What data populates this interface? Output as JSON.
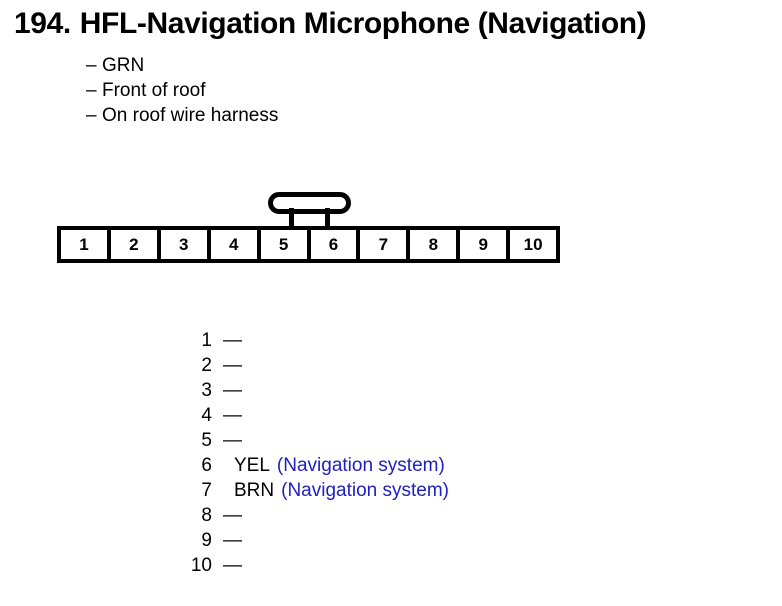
{
  "title": {
    "number": "194.",
    "name": "HFL-Navigation Microphone (Navigation)"
  },
  "bullets": [
    {
      "dash": "–",
      "text": "GRN"
    },
    {
      "dash": "–",
      "text": "Front of roof"
    },
    {
      "dash": "–",
      "text": "On roof wire harness"
    }
  ],
  "connector": {
    "pins": [
      "1",
      "2",
      "3",
      "4",
      "5",
      "6",
      "7",
      "8",
      "9",
      "10"
    ],
    "latch": "connector-lock-tab"
  },
  "pin_list": [
    {
      "num": "1",
      "wire": "",
      "desc": "",
      "empty": "—"
    },
    {
      "num": "2",
      "wire": "",
      "desc": "",
      "empty": "—"
    },
    {
      "num": "3",
      "wire": "",
      "desc": "",
      "empty": "—"
    },
    {
      "num": "4",
      "wire": "",
      "desc": "",
      "empty": "—"
    },
    {
      "num": "5",
      "wire": "",
      "desc": "",
      "empty": "—"
    },
    {
      "num": "6",
      "wire": "YEL",
      "desc": "(Navigation system)",
      "empty": ""
    },
    {
      "num": "7",
      "wire": "BRN",
      "desc": "(Navigation system)",
      "empty": ""
    },
    {
      "num": "8",
      "wire": "",
      "desc": "",
      "empty": "—"
    },
    {
      "num": "9",
      "wire": "",
      "desc": "",
      "empty": "—"
    },
    {
      "num": "10",
      "wire": "",
      "desc": "",
      "empty": "—"
    }
  ],
  "colors": {
    "text": "#000000",
    "description": "#2020c0",
    "background": "#ffffff"
  }
}
